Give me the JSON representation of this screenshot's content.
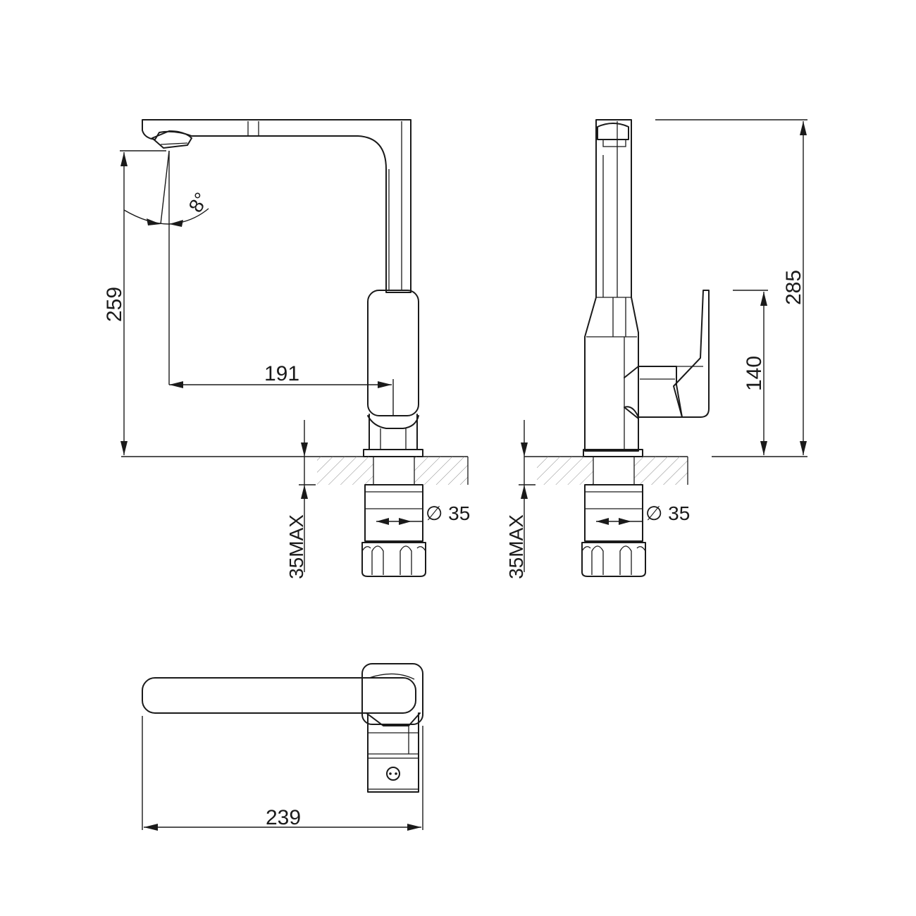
{
  "dimensions": {
    "spout_height": "259",
    "spout_reach": "191",
    "swivel_angle": "8°",
    "total_height": "285",
    "handle_height": "140",
    "side_left_max": "35MAX",
    "side_right_max": "35MAX",
    "hole_left": "∅ 35",
    "hole_right": "∅ 35",
    "overall_length": "239"
  }
}
